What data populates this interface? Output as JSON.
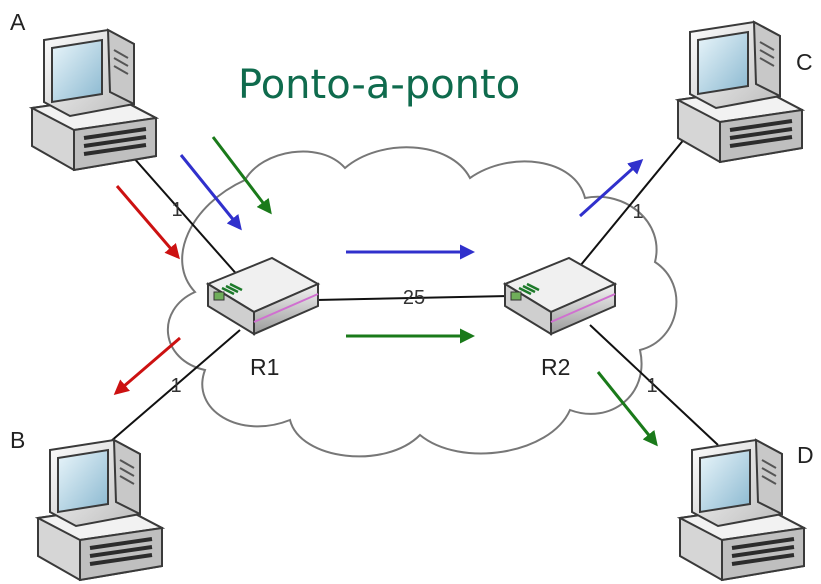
{
  "title": "Ponto-a-ponto",
  "hosts": {
    "a": "A",
    "b": "B",
    "c": "C",
    "d": "D"
  },
  "routers": {
    "r1": "R1",
    "r2": "R2"
  },
  "links": {
    "a_r1": "1",
    "b_r1": "1",
    "r1_r2": "25",
    "c_r2": "1",
    "d_r2": "1"
  },
  "colors": {
    "title": "#0f6b4d",
    "flow_red": "#cc1111",
    "flow_blue": "#3030cc",
    "flow_green": "#1a7a1a",
    "cloud_stroke": "#777777"
  },
  "icons": {
    "host": "desktop-computer-icon",
    "router": "router-icon",
    "network": "cloud-icon"
  }
}
